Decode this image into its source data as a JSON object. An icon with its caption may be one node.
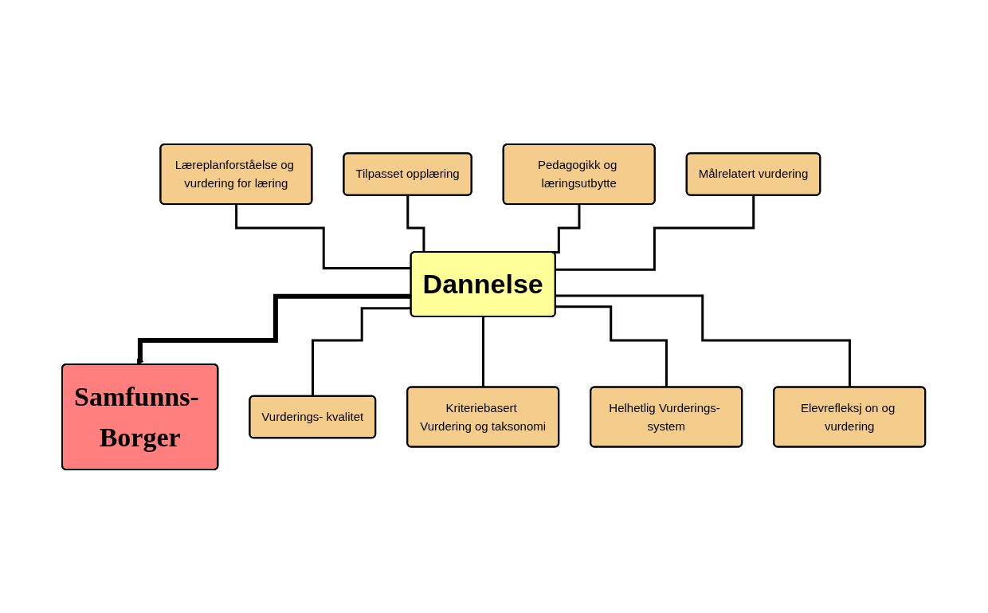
{
  "diagram": {
    "nodes": [
      {
        "text": [
          "Læreplanforståelse og vurdering for læring"
        ]
      },
      {
        "text": [
          "Tilpasset opplæring"
        ]
      },
      {
        "text": [
          "Pedagogikk og læringsutbytte"
        ]
      },
      {
        "text": [
          "Målrelatert vurdering"
        ]
      },
      {
        "text": [
          "Dannelse"
        ]
      },
      {
        "text": [
          "Samfunns- Borger"
        ]
      },
      {
        "text": [
          "Vurderings- kvalitet"
        ]
      },
      {
        "text": [
          "Kriteriebasert Vurdering og taksonomi"
        ]
      },
      {
        "text": [
          "Helhetlig Vurderings- system"
        ]
      },
      {
        "text": [
          "Elevrefleksj on og vurdering"
        ]
      }
    ],
    "edges": [
      {
        "from": 0,
        "to": 4,
        "arrow": "none"
      },
      {
        "from": 1,
        "to": 4,
        "arrow": "none"
      },
      {
        "from": 2,
        "to": 4,
        "arrow": "none"
      },
      {
        "from": 3,
        "to": 4,
        "arrow": "none"
      },
      {
        "from": 4,
        "to": 5,
        "arrow": "to",
        "style": "thick"
      },
      {
        "from": 4,
        "to": 6,
        "arrow": "none"
      },
      {
        "from": 4,
        "to": 7,
        "arrow": "none"
      },
      {
        "from": 4,
        "to": 8,
        "arrow": "none"
      },
      {
        "from": 4,
        "to": 9,
        "arrow": "none"
      }
    ]
  }
}
